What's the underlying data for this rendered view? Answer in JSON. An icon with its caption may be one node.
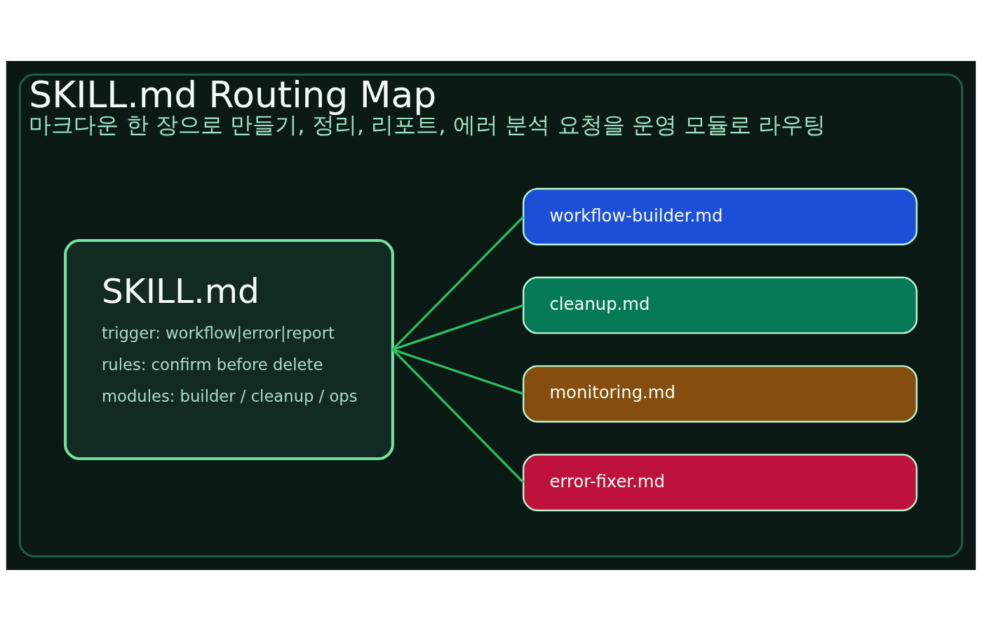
{
  "diagram": {
    "nodes": [
      {
        "text": [
          "SKILL.md Routing Map",
          "마크다운 한 장으로 만들기, 정리, 리포트, 에러 분석 요청을 운영 모듈로 라우팅"
        ]
      },
      {
        "text": [
          "SKILL.md",
          "trigger: workflow|error|report",
          "rules: confirm before delete",
          "modules: builder / cleanup / ops"
        ],
        "in": 0
      },
      {
        "text": [
          "workflow-builder.md"
        ],
        "in": 0
      },
      {
        "text": [
          "cleanup.md"
        ],
        "in": 0
      },
      {
        "text": [
          "monitoring.md"
        ],
        "in": 0
      },
      {
        "text": [
          "error-fixer.md"
        ],
        "in": 0
      }
    ],
    "edges": [
      {
        "from": 1,
        "to": 2,
        "arrow": "none"
      },
      {
        "from": 1,
        "to": 3,
        "arrow": "none"
      },
      {
        "from": 1,
        "to": 4,
        "arrow": "none"
      },
      {
        "from": 1,
        "to": 5,
        "arrow": "none"
      }
    ]
  }
}
